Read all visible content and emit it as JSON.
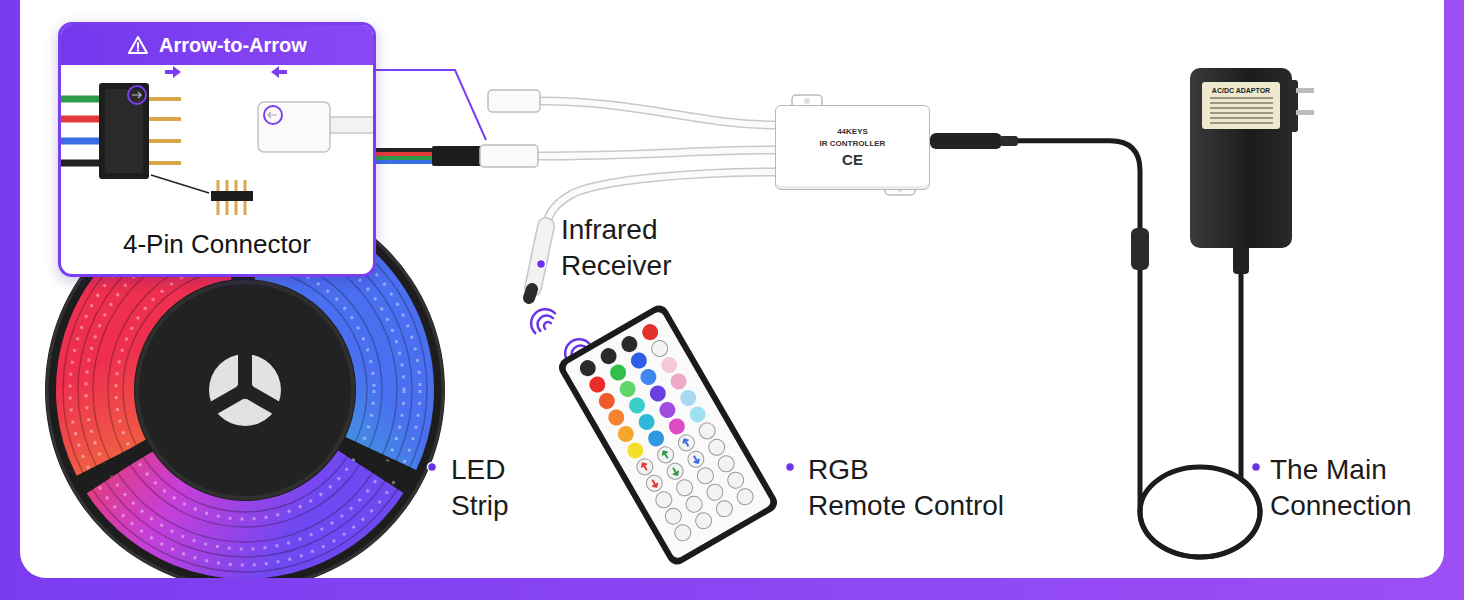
{
  "diagram": {
    "nodes": [
      {
        "text": [
          "Arrow-to-Arrow",
          "4-Pin Connector"
        ]
      },
      {
        "text": [
          "44KEYS",
          "IR CONTROLLER",
          "CE"
        ]
      },
      {
        "text": [
          "AC/DC ADAPTOR"
        ]
      }
    ],
    "edges": [
      {
        "from": 1,
        "to": 2,
        "arrow": "none"
      }
    ],
    "labels": [
      "Infrared Receiver",
      "LED Strip",
      "RGB Remote Control",
      "The Main Connection"
    ]
  }
}
